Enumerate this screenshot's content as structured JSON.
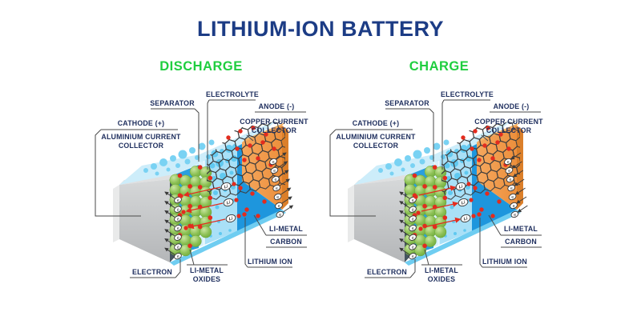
{
  "title": "LITHIUM-ION BATTERY",
  "diagrams": [
    {
      "mode": "DISCHARGE"
    },
    {
      "mode": "CHARGE"
    }
  ],
  "labels": {
    "separator": "SEPARATOR",
    "electrolyte": "ELECTROLYTE",
    "anode": "ANODE (-)",
    "copper_line1": "COPPER CURRENT",
    "copper_line2": "COLLECTOR",
    "cathode": "CATHODE (+)",
    "aluminium_line1": "ALUMINIUM CURRENT",
    "aluminium_line2": "COLLECTOR",
    "electron": "ELECTRON",
    "limetal_oxides_line1": "LI-METAL",
    "limetal_oxides_line2": "OXIDES",
    "lithium_ion": "LITHIUM ION",
    "limetal_carbon_line1": "LI-METAL",
    "limetal_carbon_line2": "CARBON"
  },
  "icons": {
    "electron_symbol": "e",
    "lithium_ion_symbol": "Li"
  },
  "colors": {
    "title_text": "#1c3c85",
    "mode_text": "#1fce3f",
    "label_text": "#20305f",
    "leader_line": "#4a4a4a",
    "electrolyte_front": "#a9e0f7",
    "electrolyte_top": "#cdedfa",
    "separator_strip": "#d8f1fc",
    "bubble_blue": "#54c4ef",
    "carbon_blue": "#1e96dd",
    "copper_orange": "#f09a4b",
    "copper_orange_dark": "#db7f2a",
    "aluminium_gray": "#c6c8ca",
    "sphere_green": "#7cb344",
    "ion_red": "#e32c1e",
    "hex_lattice": "#3d3d3d"
  }
}
